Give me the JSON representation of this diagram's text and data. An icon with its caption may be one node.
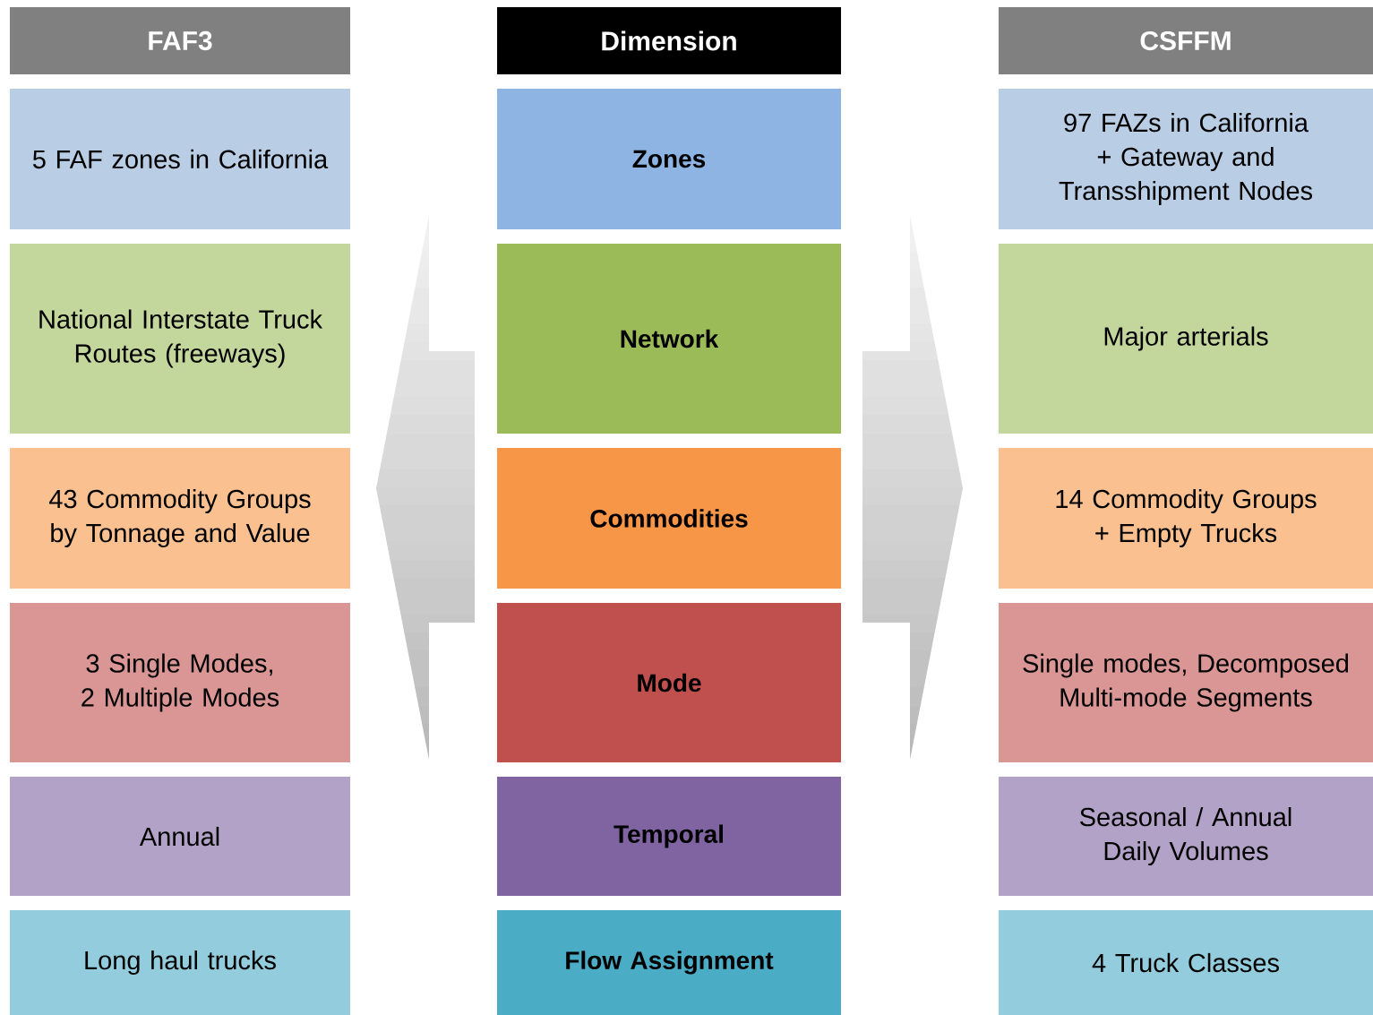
{
  "diagram": {
    "nodes": [
      {
        "text": [
          "FAF3"
        ]
      },
      {
        "text": [
          "Dimension"
        ]
      },
      {
        "text": [
          "CSFFM"
        ]
      },
      {
        "text": [
          "5 FAF zones in California"
        ]
      },
      {
        "text": [
          "Zones"
        ]
      },
      {
        "text": [
          "97 FAZs in California + Gateway and Transshipment Nodes"
        ]
      },
      {
        "text": [
          "National Interstate Truck Routes (freeways)"
        ]
      },
      {
        "text": [
          "Network"
        ]
      },
      {
        "text": [
          "Major arterials"
        ]
      },
      {
        "text": [
          "43 Commodity Groups by Tonnage and Value"
        ]
      },
      {
        "text": [
          "Commodities"
        ]
      },
      {
        "text": [
          "14 Commodity Groups + Empty Trucks"
        ]
      },
      {
        "text": [
          "3 Single Modes, 2 Multiple Modes"
        ]
      },
      {
        "text": [
          "Mode"
        ]
      },
      {
        "text": [
          "Single modes, Decomposed Multi-mode Segments"
        ]
      },
      {
        "text": [
          "Annual"
        ]
      },
      {
        "text": [
          "Temporal"
        ]
      },
      {
        "text": [
          "Seasonal / Annual Daily Volumes"
        ]
      },
      {
        "text": [
          "Long haul trucks"
        ]
      },
      {
        "text": [
          "Flow Assignment"
        ]
      },
      {
        "text": [
          "4 Truck Classes"
        ]
      }
    ]
  }
}
